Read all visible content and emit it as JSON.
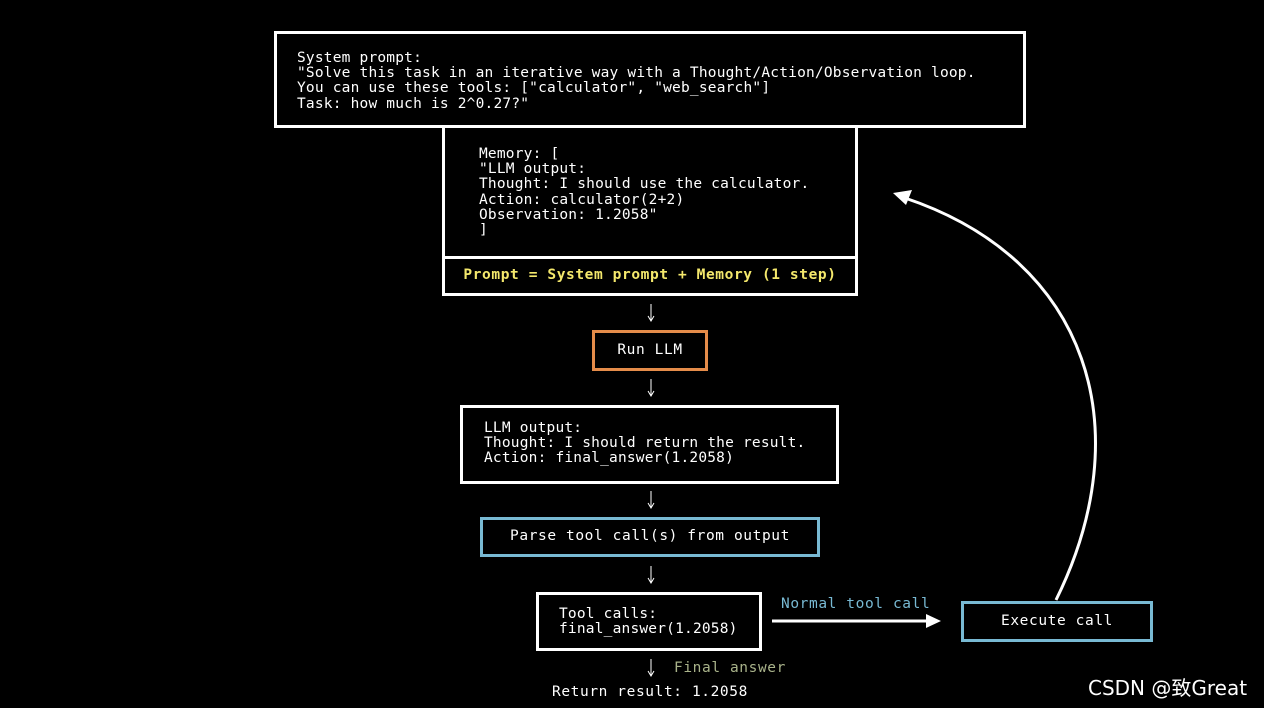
{
  "colors": {
    "background": "#000000",
    "box_border": "#ffffff",
    "run_llm_border": "#e58c4a",
    "parse_execute_border": "#78b9d3",
    "prompt_text": "#f4e86c",
    "normal_tool_call_label": "#78b9d3",
    "final_answer_label": "#a9b38a"
  },
  "system_prompt": {
    "lines": [
      "System prompt:",
      "\"Solve this task in an iterative way with a Thought/Action/Observation loop.",
      "You can use these tools: [\"calculator\", \"web_search\"]",
      "Task: how much is 2^0.27?\""
    ]
  },
  "memory": {
    "lines": [
      "Memory: [",
      "\"LLM output:",
      "Thought: I should use the calculator.",
      "Action: calculator(2+2)",
      "Observation: 1.2058\"",
      "]"
    ]
  },
  "prompt_formula": "Prompt = System prompt + Memory (1 step)",
  "run_llm": "Run LLM",
  "llm_output": {
    "lines": [
      "LLM output:",
      "Thought: I should return the result.",
      "Action: final_answer(1.2058)"
    ]
  },
  "parse_step": "Parse tool call(s) from output",
  "tool_calls": {
    "lines": [
      "Tool calls:",
      "final_answer(1.2058)"
    ]
  },
  "execute_call": "Execute call",
  "edges": {
    "normal_tool_call": "Normal tool call",
    "final_answer": "Final answer"
  },
  "return_result": "Return result: 1.2058",
  "watermark": "CSDN @致Great"
}
